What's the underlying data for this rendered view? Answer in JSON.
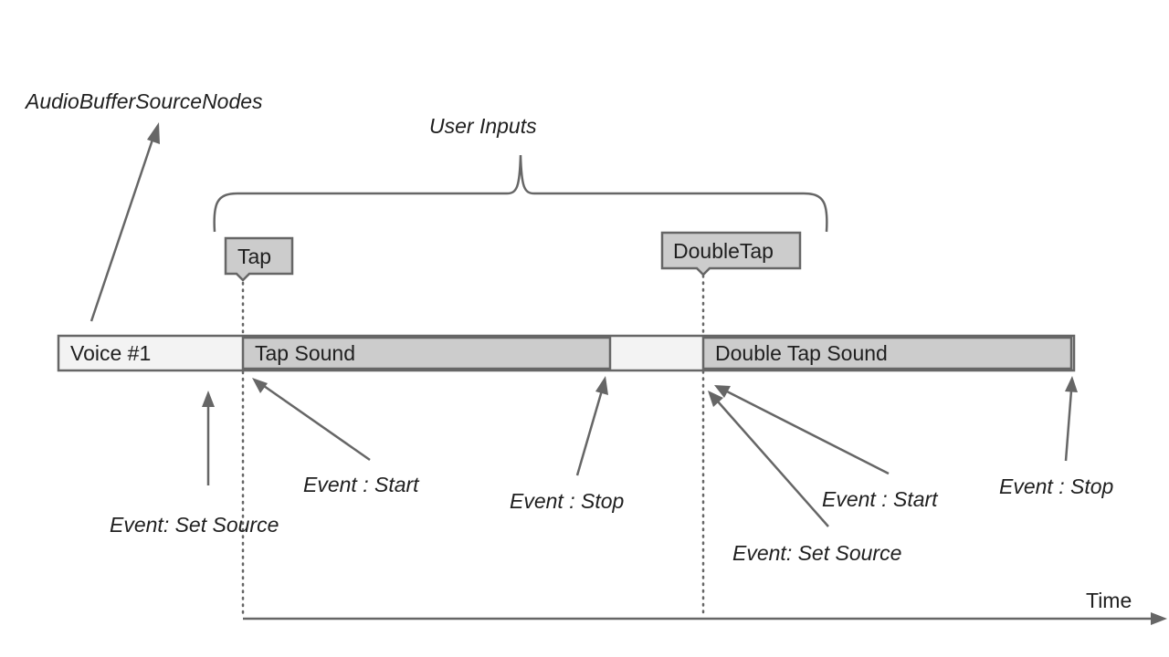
{
  "labels": {
    "nodes_label": "AudioBufferSourceNodes",
    "user_inputs": "User Inputs",
    "time": "Time"
  },
  "inputs": {
    "tap": "Tap",
    "double_tap": "DoubleTap"
  },
  "track": {
    "voice": "Voice #1",
    "tap_sound": "Tap Sound",
    "double_tap_sound": "Double Tap Sound"
  },
  "events": {
    "set_source_1": "Event: Set Source",
    "start_1": "Event : Start",
    "stop_1": "Event : Stop",
    "start_2": "Event : Start",
    "set_source_2": "Event: Set Source",
    "stop_2": "Event : Stop"
  },
  "colors": {
    "line": "#666666",
    "box_fill": "#cccccc",
    "track_fill": "#f3f3f3",
    "text": "#202020"
  }
}
